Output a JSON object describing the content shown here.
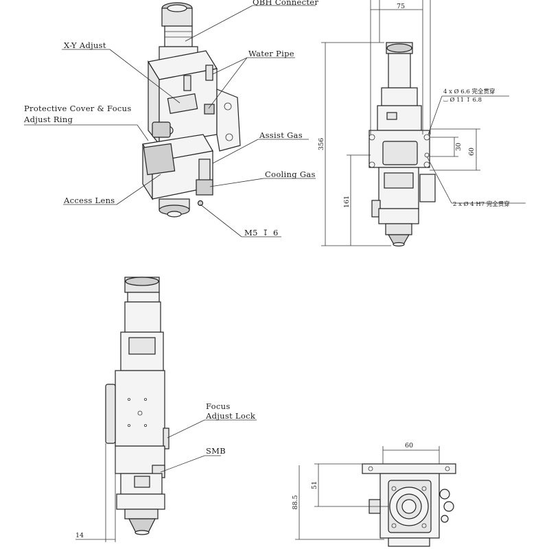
{
  "labels": {
    "qbh": "QBH Connecter",
    "xy": "X-Y Adjust",
    "water": "Water Pipe",
    "prot1": "Protective Cover & Focus",
    "prot2": "Adjust Ring",
    "assist": "Assist Gas",
    "cooling": "Cooling Gas",
    "access": "Access Lens",
    "m5": "M5",
    "m5depth": "6",
    "focus1": "Focus",
    "focus2": "Adjust Lock",
    "smb": "SMB"
  },
  "dimensions": {
    "width_top": "75",
    "height_total": "356",
    "height_lower": "161",
    "spacing_30": "30",
    "spacing_60": "60",
    "hole_note_1": "4 x Ø 6.6 完全贯穿",
    "hole_note_2": "⌴ Ø 11 ↧ 6.8",
    "pin_note": "2 x Ø 4 H7 完全贯穿",
    "offset_14": "14",
    "bottom_60": "60",
    "bottom_51": "51",
    "bottom_88": "88.5"
  }
}
